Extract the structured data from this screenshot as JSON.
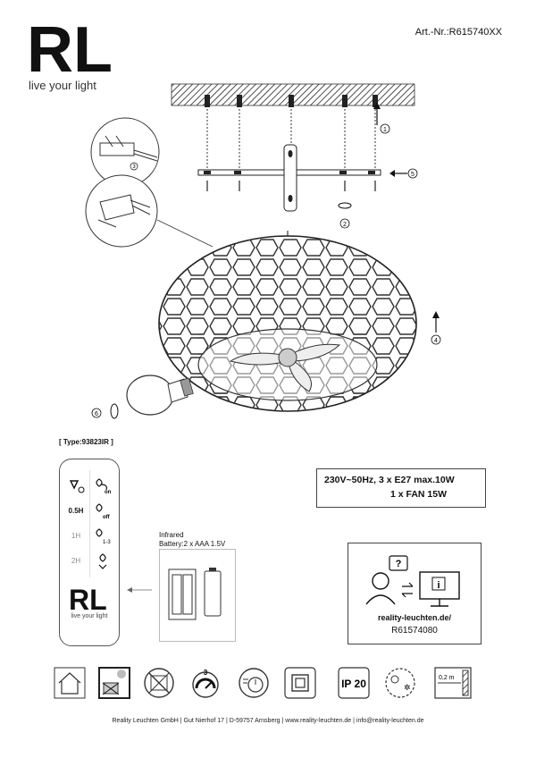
{
  "header": {
    "brand": "RL",
    "tagline": "live your light",
    "article_number": "Art.-Nr.:R615740XX"
  },
  "diagram": {
    "steps": [
      "1",
      "2",
      "3",
      "4",
      "5",
      "6"
    ]
  },
  "remote": {
    "type_label": "[ Type:93823IR ]",
    "buttons": {
      "timer_05": "0.5H",
      "timer_1": "1H",
      "timer_2": "2H"
    },
    "brand": "RL",
    "tagline": "live your light"
  },
  "battery": {
    "line1": "Infrared",
    "line2": "Battery:2 x AAA 1.5V"
  },
  "specs": {
    "line1": "230V~50Hz, 3 x E27 max.10W",
    "line2": "1 x FAN 15W"
  },
  "website": {
    "url": "reality-leuchten.de/",
    "code": "R61574080"
  },
  "symbols": {
    "ip_rating": "IP 20",
    "speed_count": "3",
    "distance": "0,2 m"
  },
  "footer": {
    "text": "Reality Leuchten GmbH  |  Gut Nierhof 17  |  D-59757 Arnsberg  |  www.reality-leuchten.de  |  info@reality-leuchten.de"
  }
}
